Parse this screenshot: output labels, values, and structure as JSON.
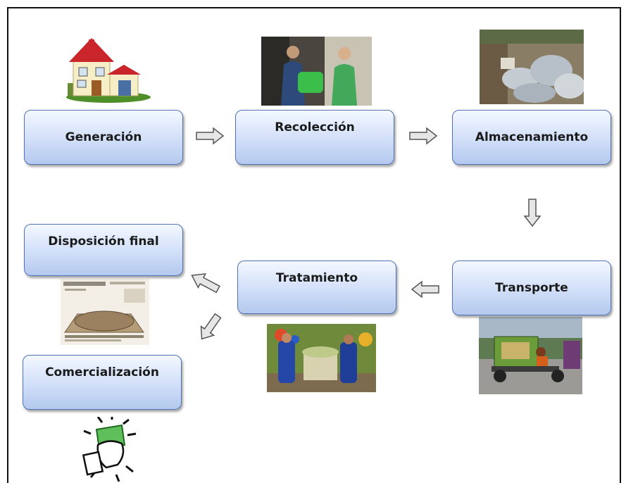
{
  "diagram": {
    "steps": {
      "generacion": "Generación",
      "recoleccion": "Recolección",
      "almacenamiento": "Almacenamiento",
      "transporte": "Transporte",
      "tratamiento": "Tratamiento",
      "disposicion_final": "Disposición final",
      "comercializacion": "Comercialización"
    },
    "colors": {
      "box_fill_top": "#f4f8ff",
      "box_fill_bottom": "#b4c9ee",
      "box_border": "#4f72b8",
      "arrow_fill": "#e6e6e6",
      "arrow_stroke": "#555555"
    },
    "icons": [
      "house-icon",
      "collection-photo",
      "storage-photo",
      "transport-photo",
      "treatment-photo",
      "landfill-diagram-image",
      "money-hand-icon",
      "arrow-right-icon",
      "arrow-down-icon",
      "arrow-left-icon",
      "arrow-up-left-icon",
      "arrow-down-left-icon"
    ]
  }
}
